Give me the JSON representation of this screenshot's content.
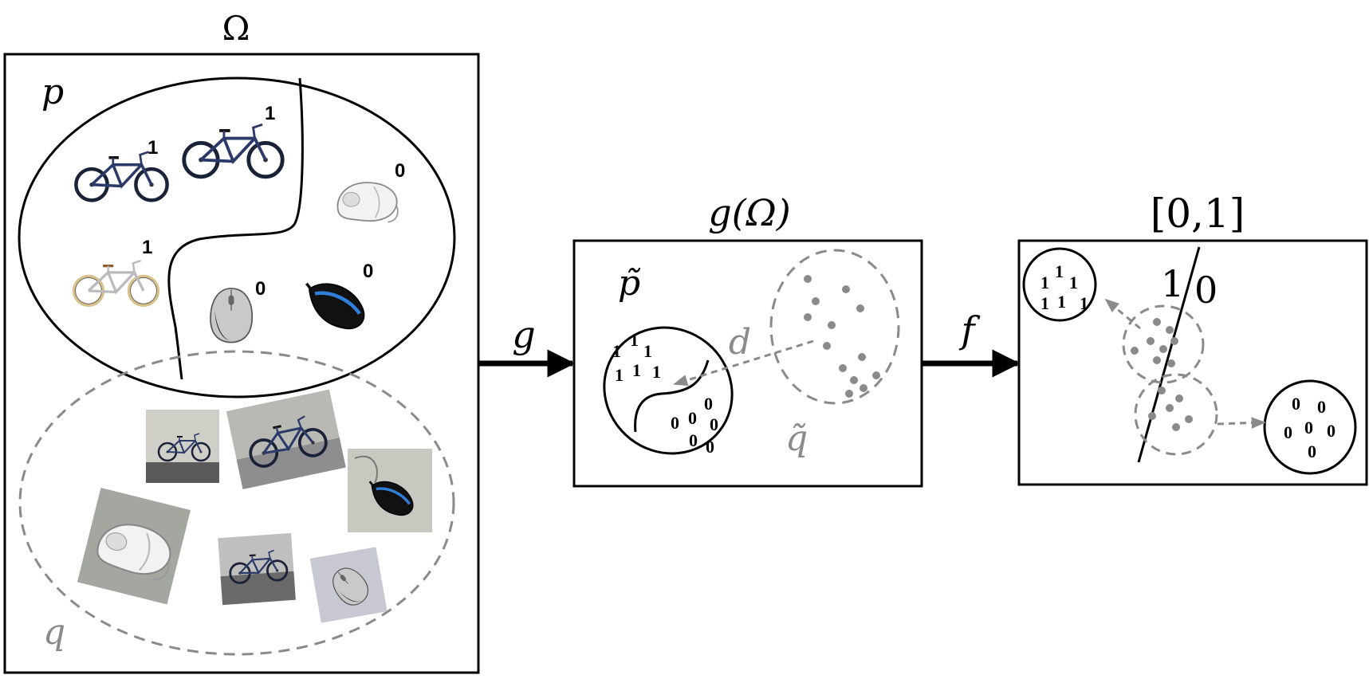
{
  "labels": {
    "omega": "Ω",
    "p": "p",
    "q": "q",
    "g_arrow": "g",
    "g_omega": "g(Ω)",
    "p_tilde": "p̃",
    "q_tilde": "q̃",
    "d": "d",
    "f_arrow": "f",
    "interval": "[0,1]",
    "decision_one": "1",
    "decision_slash": "/",
    "decision_zero": "0"
  },
  "image_labels": {
    "bike1": "1",
    "bike2": "1",
    "bike3": "1",
    "mouse1": "0",
    "mouse2": "0",
    "mouse3": "0"
  },
  "source_cluster_digits": [
    "1",
    "1",
    "1",
    "1",
    "1",
    "1"
  ],
  "source_cluster_zeros": [
    "0",
    "0",
    "0",
    "0",
    "0",
    "0"
  ],
  "output_ones": [
    "1",
    "1",
    "1",
    "1",
    "1",
    "1"
  ],
  "output_zeros": [
    "0",
    "0",
    "0",
    "0",
    "0",
    "0"
  ],
  "colors": {
    "stroke": "#000000",
    "target": "#8a8a8a",
    "background": "#ffffff"
  },
  "icons": {
    "labeled_images": [
      "bicycle-icon",
      "bicycle-icon",
      "bicycle-icon",
      "computer-mouse-icon",
      "computer-mouse-icon",
      "computer-mouse-icon"
    ],
    "unlabeled_images": [
      "bicycle-photo",
      "bicycle-photo",
      "bicycle-photo",
      "computer-mouse-photo",
      "computer-mouse-photo",
      "computer-mouse-photo"
    ]
  }
}
